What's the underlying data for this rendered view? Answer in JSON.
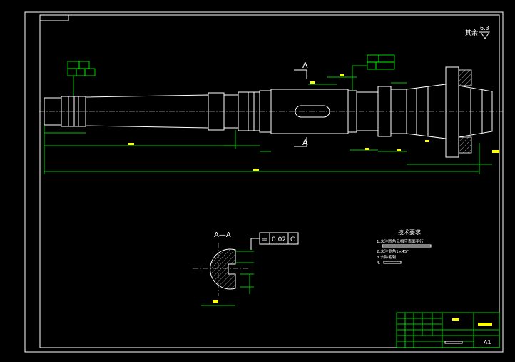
{
  "roughness": {
    "label": "其余",
    "value": "6.3"
  },
  "section_marks": {
    "top": "A",
    "bottom": "A"
  },
  "section_view": {
    "title": "A—A"
  },
  "tolerance_frame": {
    "symbol": "=",
    "value": "0.02",
    "datum": "C"
  },
  "tech_req": {
    "title": "技术要求",
    "items": [
      "1.未注圆角见相应表面平行",
      "2.未注倒角1×45°",
      "3.去除毛刺",
      "4."
    ]
  },
  "title_block": {
    "sheet_size": "A1"
  },
  "colors": {
    "outline": "#ffffff",
    "dimension": "#00ff00",
    "text": "#ffff00",
    "background": "#000000"
  }
}
